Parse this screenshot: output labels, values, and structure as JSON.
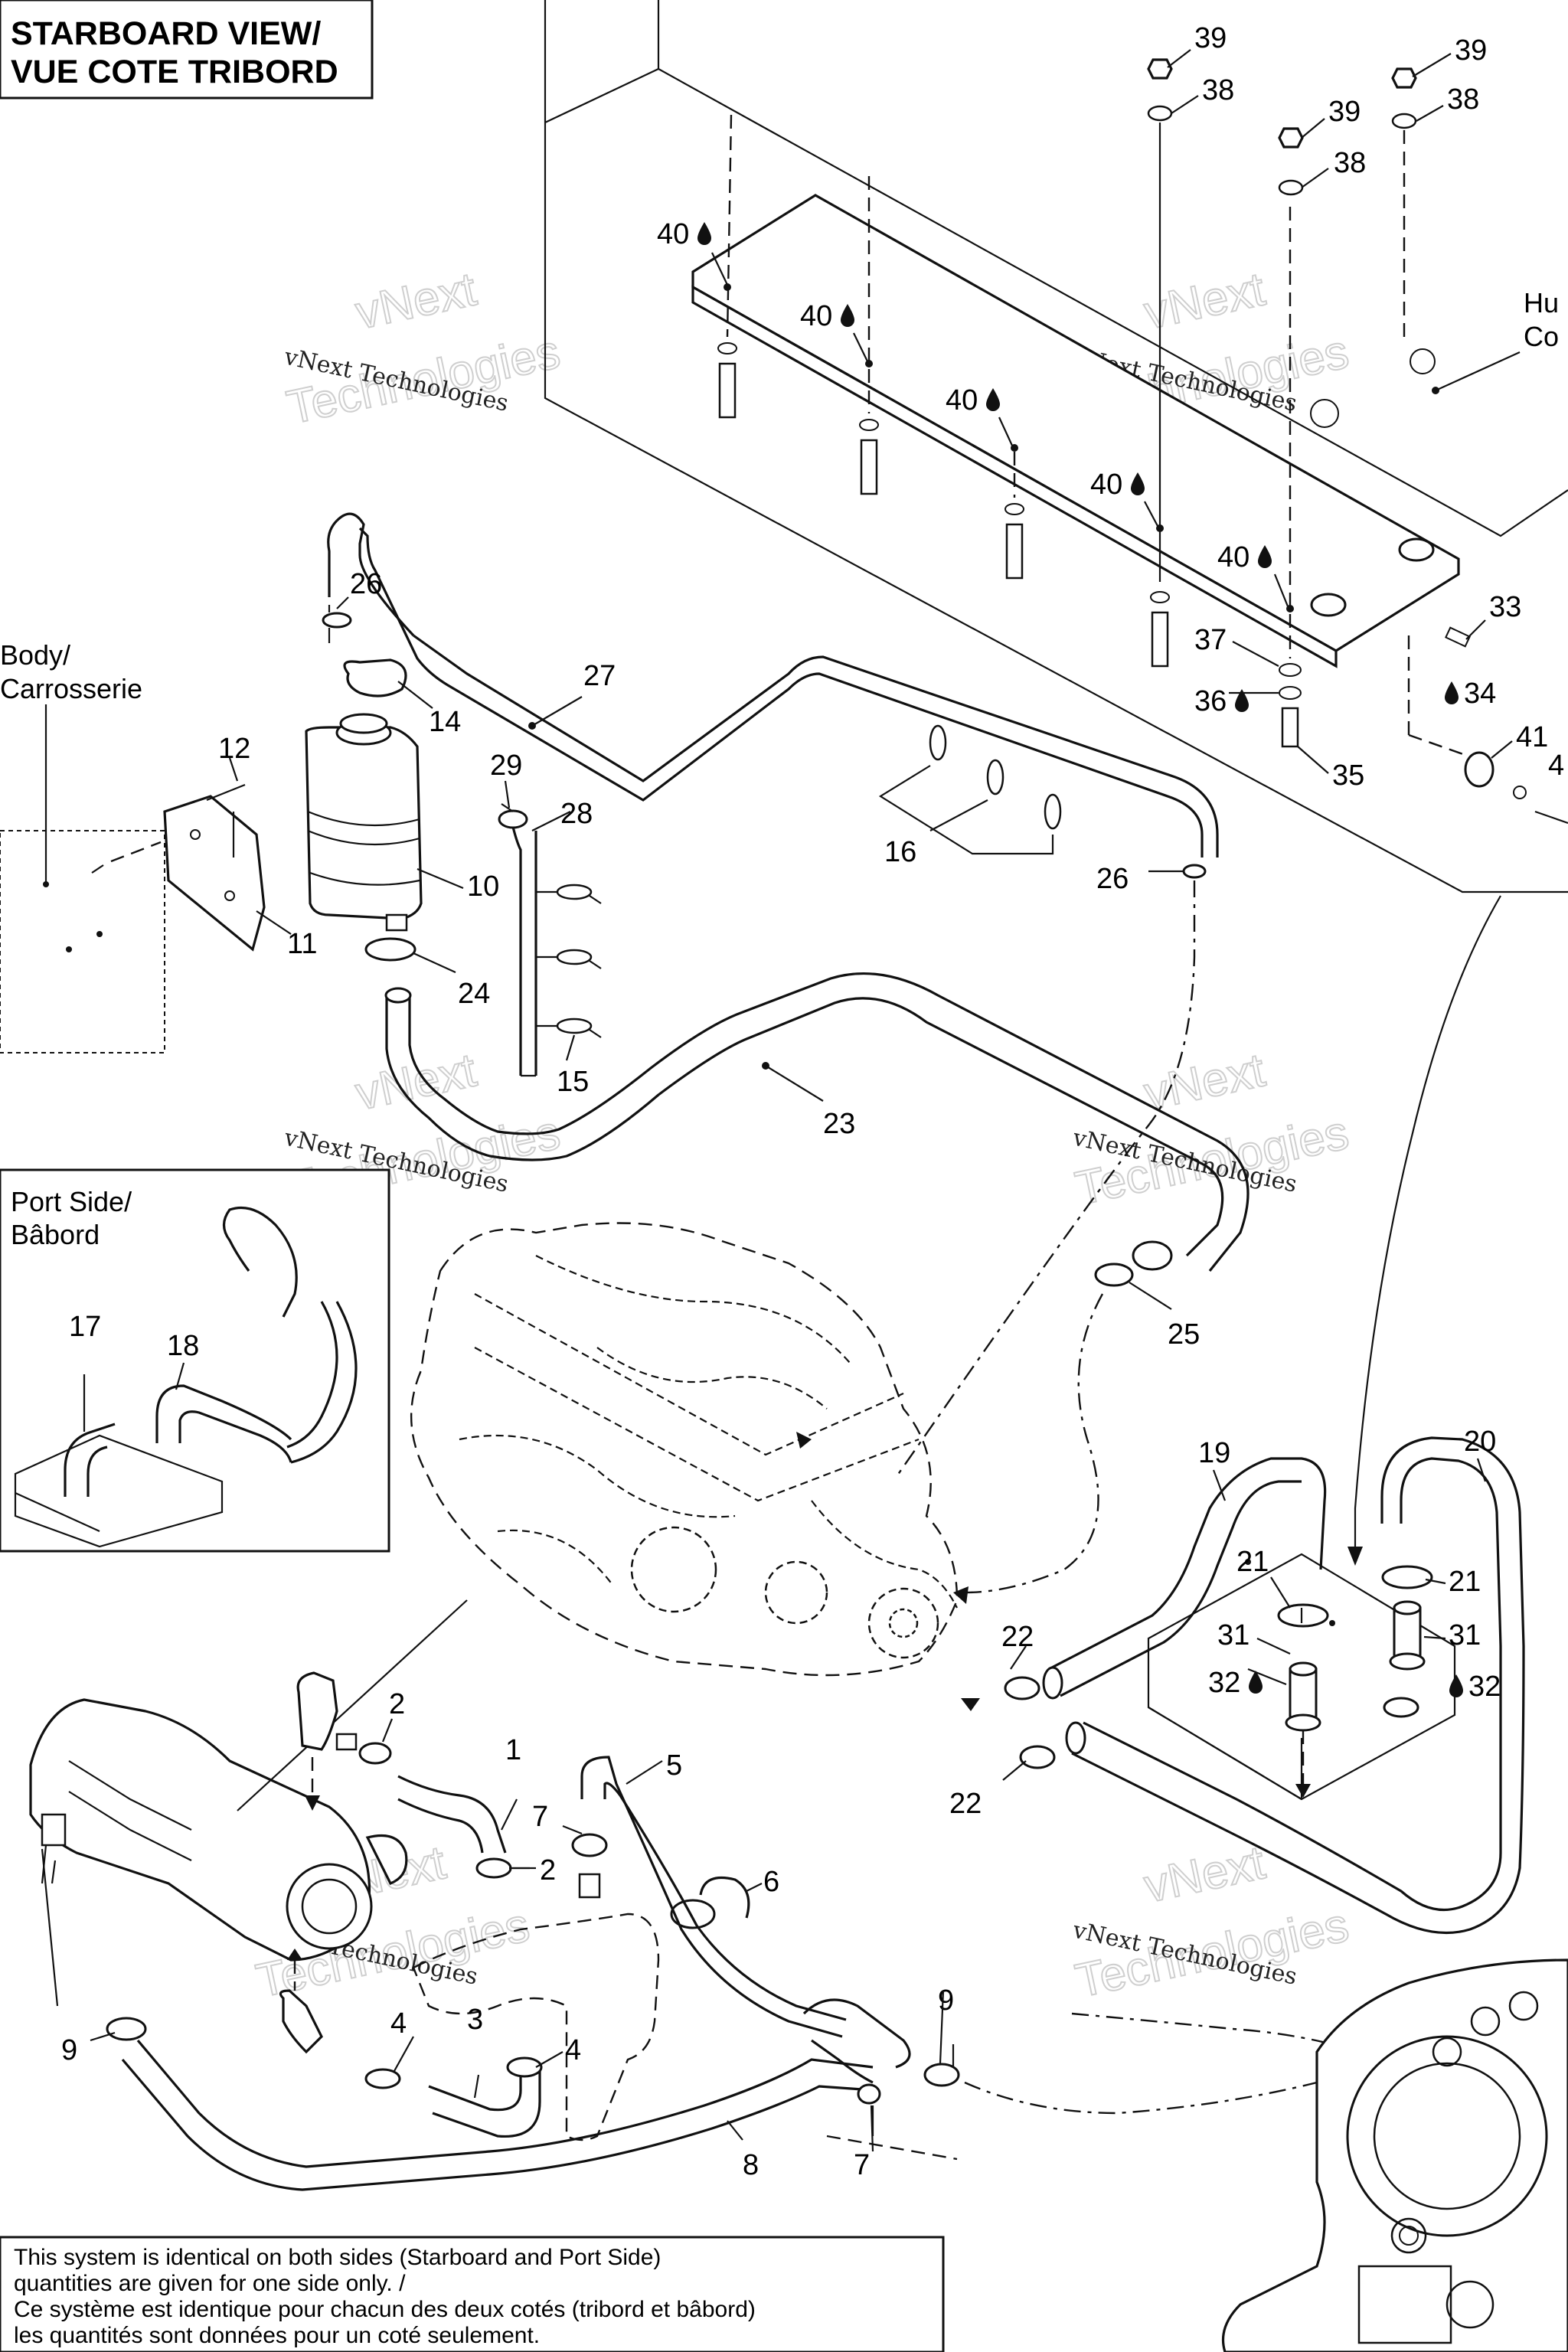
{
  "title_box": {
    "line1": "STARBOARD VIEW/",
    "line2": "VUE COTE TRIBORD"
  },
  "labels": {
    "hull": "Hu",
    "hull2": "Co",
    "body": "Body/",
    "body2": "Carrosserie",
    "port": "Port Side/",
    "port2": "Bâbord"
  },
  "note": {
    "line1": "This system is identical on both sides (Starboard and Port Side)",
    "line2": "quantities are given for one side only. /",
    "line3": "Ce système est identique pour chacun des deux cotés (tribord et bâbord)",
    "line4": "les quantités sont données pour un coté seulement."
  },
  "watermark": {
    "line1": "vNext Technologies",
    "line2": "Technologies",
    "line0": "vNext"
  },
  "callouts": {
    "c39a": "39",
    "c38a": "38",
    "c39b": "39",
    "c38b": "38",
    "c39c": "39",
    "c38c": "38",
    "c40a": "40",
    "c40b": "40",
    "c40c": "40",
    "c40d": "40",
    "c40e": "40",
    "c33": "33",
    "c34": "34",
    "c37": "37",
    "c36": "36",
    "c35": "35",
    "c41": "41",
    "c4x": "4",
    "c26a": "26",
    "c27": "27",
    "c14": "14",
    "c12": "12",
    "c29": "29",
    "c28": "28",
    "c10": "10",
    "c11": "11",
    "c24": "24",
    "c15": "15",
    "c16": "16",
    "c26b": "26",
    "c23": "23",
    "c25": "25",
    "c17": "17",
    "c18": "18",
    "c19": "19",
    "c20": "20",
    "c21a": "21",
    "c21b": "21",
    "c31a": "31",
    "c31b": "31",
    "c32a": "32",
    "c32b": "32",
    "c22a": "22",
    "c22b": "22",
    "c1": "1",
    "c2a": "2",
    "c2b": "2",
    "c5": "5",
    "c7a": "7",
    "c7b": "7",
    "c6": "6",
    "c3": "3",
    "c4a": "4",
    "c4b": "4",
    "c9a": "9",
    "c9b": "9",
    "c8": "8"
  }
}
